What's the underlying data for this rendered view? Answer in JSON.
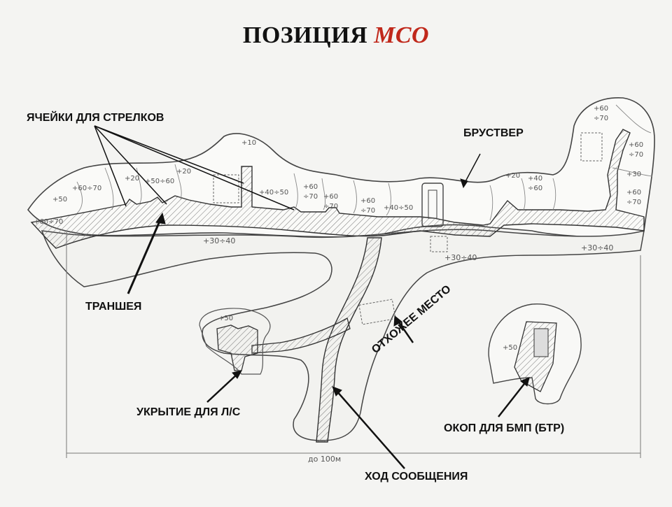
{
  "title": {
    "main": "ПОЗИЦИЯ",
    "accent": "МСО"
  },
  "labels": {
    "cells": "ЯЧЕЙКИ ДЛЯ СТРЕЛКОВ",
    "parapet": "БРУСТВЕР",
    "trench": "ТРАНШЕЯ",
    "toilet": "ОТХОЖЕЕ МЕСТО",
    "shelter": "УКРЫТИЕ ДЛЯ Л/С",
    "bmp_pit": "ОКОП ДЛЯ БМП (БТР)",
    "comm_passage": "ХОД СООБЩЕНИЯ"
  },
  "sketch_marks": {
    "m1": "+60÷70",
    "m2": "+50",
    "m3": "+60÷70",
    "m4": "+10",
    "m5": "+20",
    "m6": "+50÷60",
    "m7": "+20",
    "m8": "+40÷50",
    "m9": "+60",
    "m10": "÷70",
    "m11": "+60",
    "m12": "÷70",
    "m13": "+40÷50",
    "m14": "+60",
    "m15": "÷70",
    "m16": "+20",
    "m17": "+40",
    "m18": "÷60",
    "m19": "+60",
    "m20": "÷70",
    "m21": "+60",
    "m22": "÷70",
    "m23": "+30",
    "m24": "+60",
    "m25": "÷70",
    "m26": "+30÷40",
    "m27": "+30÷40",
    "m28": "+30÷40",
    "m29": "+50",
    "m30": "+50",
    "m31": "до 100м"
  },
  "colors": {
    "accent": "#c0281b",
    "ink": "#111111",
    "pencil": "#6a6a6a",
    "paper": "#f4f4f2"
  }
}
